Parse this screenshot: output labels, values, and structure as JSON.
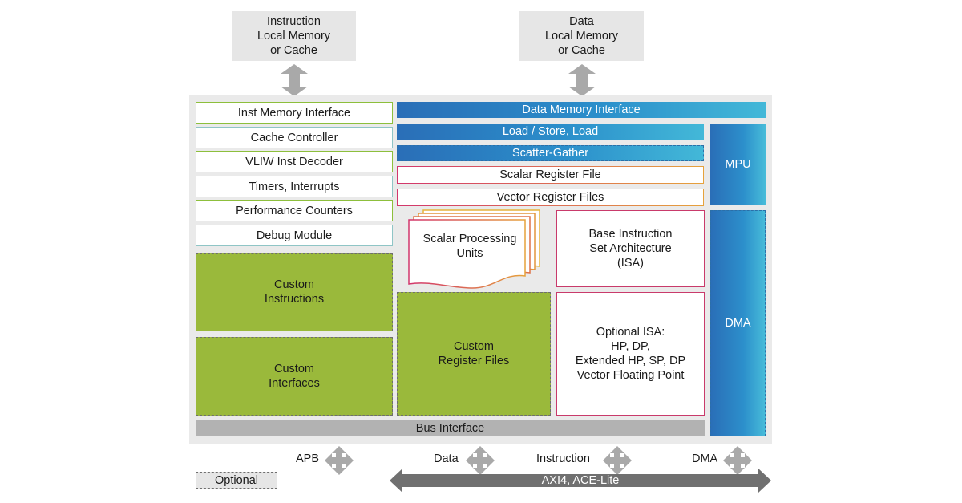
{
  "memories": {
    "instruction": "Instruction\nLocal Memory\nor Cache",
    "data": "Data\nLocal Memory\nor Cache"
  },
  "left_column": [
    {
      "label": "Inst Memory Interface",
      "color": "#8dbf3c"
    },
    {
      "label": "Cache Controller",
      "color": "#8fc5c6"
    },
    {
      "label": "VLIW Inst Decoder",
      "color": "#8dbf3c"
    },
    {
      "label": "Timers, Interrupts",
      "color": "#8fc5c6"
    },
    {
      "label": "Performance Counters",
      "color": "#8dbf3c"
    },
    {
      "label": "Debug Module",
      "color": "#8fc5c6"
    }
  ],
  "custom_instructions": "Custom\nInstructions",
  "custom_interfaces": "Custom\nInterfaces",
  "data_memory_interface": "Data Memory Interface",
  "load_store": "Load / Store,  Load",
  "scatter_gather": "Scatter-Gather",
  "scalar_register_file": "Scalar Register File",
  "vector_register_files": "Vector Register Files",
  "scalar_processing_units": "Scalar Processing\nUnits",
  "base_isa": "Base Instruction\nSet Architecture\n(ISA)",
  "custom_register_files": "Custom\nRegister Files",
  "optional_isa": "Optional ISA:\nHP, DP,\nExtended HP, SP, DP\nVector Floating Point",
  "mpu": "MPU",
  "dma_block": "DMA",
  "bus_interface": "Bus Interface",
  "ports": {
    "apb": "APB",
    "data": "Data",
    "instruction": "Instruction",
    "dma": "DMA"
  },
  "axi": "AXI4,  ACE-Lite",
  "legend_optional": "Optional",
  "colors": {
    "memory_bg": "#e6e6e6",
    "core_bg": "#eaeaea",
    "custom_green": "#9ab93b",
    "blue_start": "#2a6eb7",
    "blue_end": "#43b8d8",
    "arrow_gray": "#a9a9a9",
    "bus_gray": "#b2b2b2",
    "axi_dark": "#707070"
  }
}
